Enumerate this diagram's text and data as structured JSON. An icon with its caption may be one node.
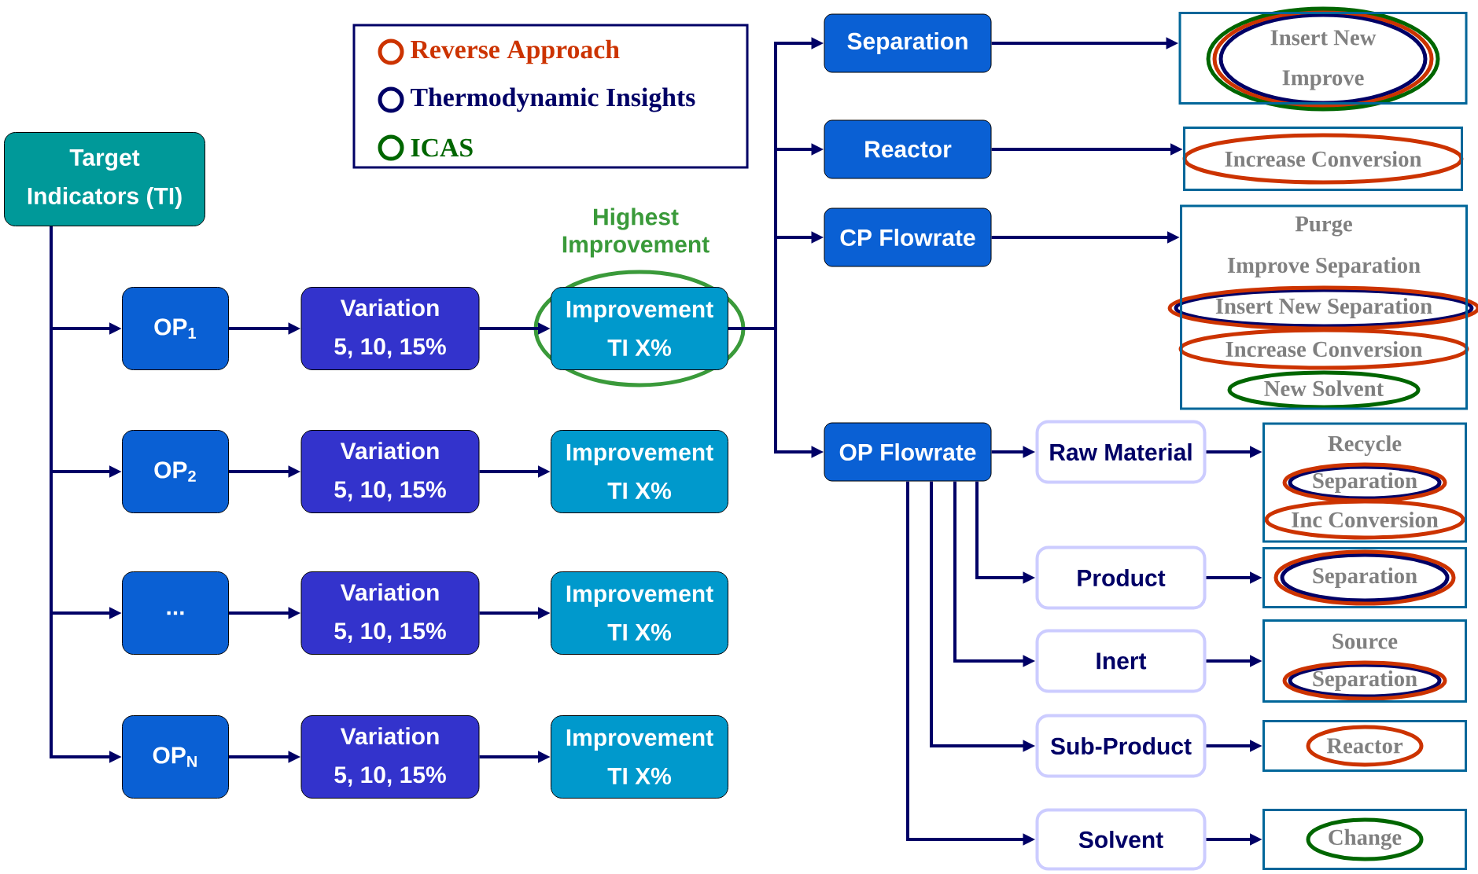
{
  "diagram": {
    "nodes": [
      {
        "text": [
          "Target",
          "Indicators (TI)"
        ]
      },
      {
        "text": [
          "OP$_{1}$"
        ]
      },
      {
        "text": [
          "Variation",
          "5, 10, 15%"
        ]
      },
      {
        "text": [
          "Improvement",
          "TI X%"
        ],
        "beside": [
          "Highest Improvement"
        ]
      },
      {
        "text": [
          "OP$_{2}$"
        ]
      },
      {
        "text": [
          "Variation",
          "5, 10, 15%"
        ]
      },
      {
        "text": [
          "Improvement",
          "TI X%"
        ]
      },
      {
        "text": [
          "..."
        ]
      },
      {
        "text": [
          "Variation",
          "5, 10, 15%"
        ]
      },
      {
        "text": [
          "Improvement",
          "TI X%"
        ]
      },
      {
        "text": [
          "OP$_{N}$"
        ]
      },
      {
        "text": [
          "Variation",
          "5, 10, 15%"
        ]
      },
      {
        "text": [
          "Improvement",
          "TI X%"
        ]
      },
      {
        "text": [
          "Separation"
        ]
      },
      {
        "text": [
          "Reactor"
        ]
      },
      {
        "text": [
          "CP Flowrate"
        ]
      },
      {
        "text": [
          "OP Flowrate"
        ]
      },
      {
        "text": [
          "Insert New",
          "Improve"
        ]
      },
      {
        "text": [
          "Increase Conversion"
        ]
      },
      {
        "text": [
          "Purge",
          "Improve Separation",
          "Insert New Separation",
          "Increase Conversion",
          "New Solvent"
        ]
      },
      {
        "text": [
          "Raw Material"
        ]
      },
      {
        "text": [
          "Recycle",
          "Separation",
          "Inc Conversion"
        ]
      },
      {
        "text": [
          "Product"
        ]
      },
      {
        "text": [
          "Separation"
        ]
      },
      {
        "text": [
          "Inert"
        ]
      },
      {
        "text": [
          "Source",
          "Separation"
        ]
      },
      {
        "text": [
          "Sub-Product"
        ]
      },
      {
        "text": [
          "Reactor"
        ]
      },
      {
        "text": [
          "Solvent"
        ]
      },
      {
        "text": [
          "Change"
        ]
      }
    ],
    "edges": [
      {
        "from": 0,
        "to": 1,
        "arrow": "to"
      },
      {
        "from": 0,
        "to": 4,
        "arrow": "to"
      },
      {
        "from": 0,
        "to": 7,
        "arrow": "to"
      },
      {
        "from": 0,
        "to": 10,
        "arrow": "to"
      },
      {
        "from": 1,
        "to": 2,
        "arrow": "to"
      },
      {
        "from": 2,
        "to": 3,
        "arrow": "to"
      },
      {
        "from": 4,
        "to": 5,
        "arrow": "to"
      },
      {
        "from": 5,
        "to": 6,
        "arrow": "to"
      },
      {
        "from": 7,
        "to": 8,
        "arrow": "to"
      },
      {
        "from": 8,
        "to": 9,
        "arrow": "to"
      },
      {
        "from": 10,
        "to": 11,
        "arrow": "to"
      },
      {
        "from": 11,
        "to": 12,
        "arrow": "to"
      },
      {
        "from": 3,
        "to": 13,
        "arrow": "to"
      },
      {
        "from": 3,
        "to": 14,
        "arrow": "to"
      },
      {
        "from": 3,
        "to": 15,
        "arrow": "to"
      },
      {
        "from": 3,
        "to": 16,
        "arrow": "to"
      },
      {
        "from": 13,
        "to": 17,
        "arrow": "to"
      },
      {
        "from": 14,
        "to": 18,
        "arrow": "to"
      },
      {
        "from": 15,
        "to": 19,
        "arrow": "to"
      },
      {
        "from": 16,
        "to": 20,
        "arrow": "to"
      },
      {
        "from": 16,
        "to": 22,
        "arrow": "to"
      },
      {
        "from": 16,
        "to": 24,
        "arrow": "to"
      },
      {
        "from": 16,
        "to": 26,
        "arrow": "to"
      },
      {
        "from": 16,
        "to": 28,
        "arrow": "to"
      },
      {
        "from": 20,
        "to": 21,
        "arrow": "to"
      },
      {
        "from": 22,
        "to": 23,
        "arrow": "to"
      },
      {
        "from": 24,
        "to": 25,
        "arrow": "to"
      },
      {
        "from": 26,
        "to": 27,
        "arrow": "to"
      },
      {
        "from": 28,
        "to": 29,
        "arrow": "to"
      }
    ],
    "legend": [
      {
        "text": "Reverse Approach",
        "color": "#cc3300"
      },
      {
        "text": "Thermodynamic Insights",
        "color": "#000066"
      },
      {
        "text": "ICAS",
        "color": "#006600"
      }
    ]
  }
}
